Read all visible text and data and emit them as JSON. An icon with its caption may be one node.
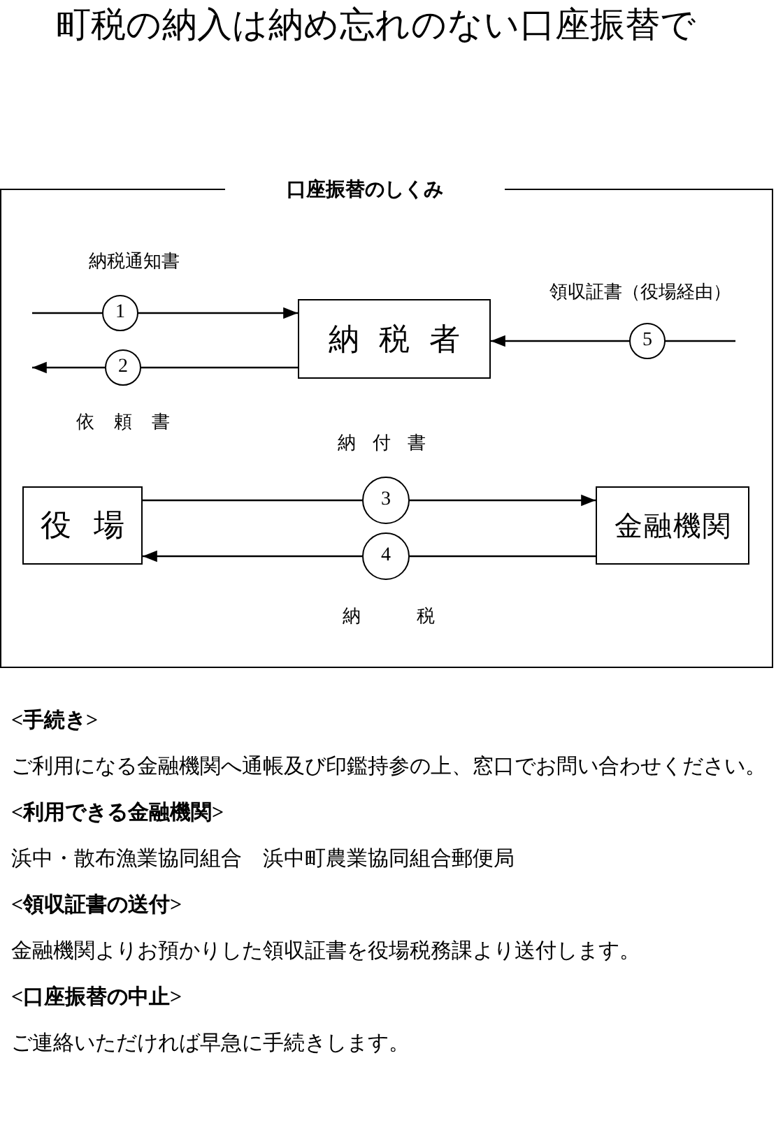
{
  "diagram": {
    "title": "町税の納入は納め忘れのない口座振替で",
    "nodes": [
      {
        "text": [
          "口座振替のしくみ"
        ]
      },
      {
        "text": [
          "納税者"
        ],
        "in": 0
      },
      {
        "text": [
          "役場"
        ],
        "in": 0
      },
      {
        "text": [
          "金融機関"
        ],
        "in": 0
      }
    ],
    "edges": [
      {
        "from": null,
        "to": 1,
        "arrow": "to",
        "label": "1"
      },
      {
        "from": 1,
        "to": null,
        "arrow": "to",
        "label": "2"
      },
      {
        "from": 2,
        "to": 3,
        "arrow": "to",
        "label": "3"
      },
      {
        "from": 3,
        "to": 2,
        "arrow": "to",
        "label": "4"
      },
      {
        "from": null,
        "to": 1,
        "arrow": "to",
        "label": "5"
      }
    ],
    "labels": [
      "納税通知書",
      "領収証書（役場経由）",
      "依頼書",
      "納付書",
      "納税",
      "<手続き>",
      "ご利用になる金融機関へ通帳及び印鑑持参の上、窓口でお問い合わせください。",
      "<利用できる金融機関>",
      "浜中・散布漁業協同組合　浜中町農業協同組合郵便局",
      "<領収証書の送付>",
      "金融機関よりお預かりした領収証書を役場税務課より送付します。",
      "<口座振替の中止>",
      "ご連絡いただければ早急に手続きします。"
    ]
  }
}
